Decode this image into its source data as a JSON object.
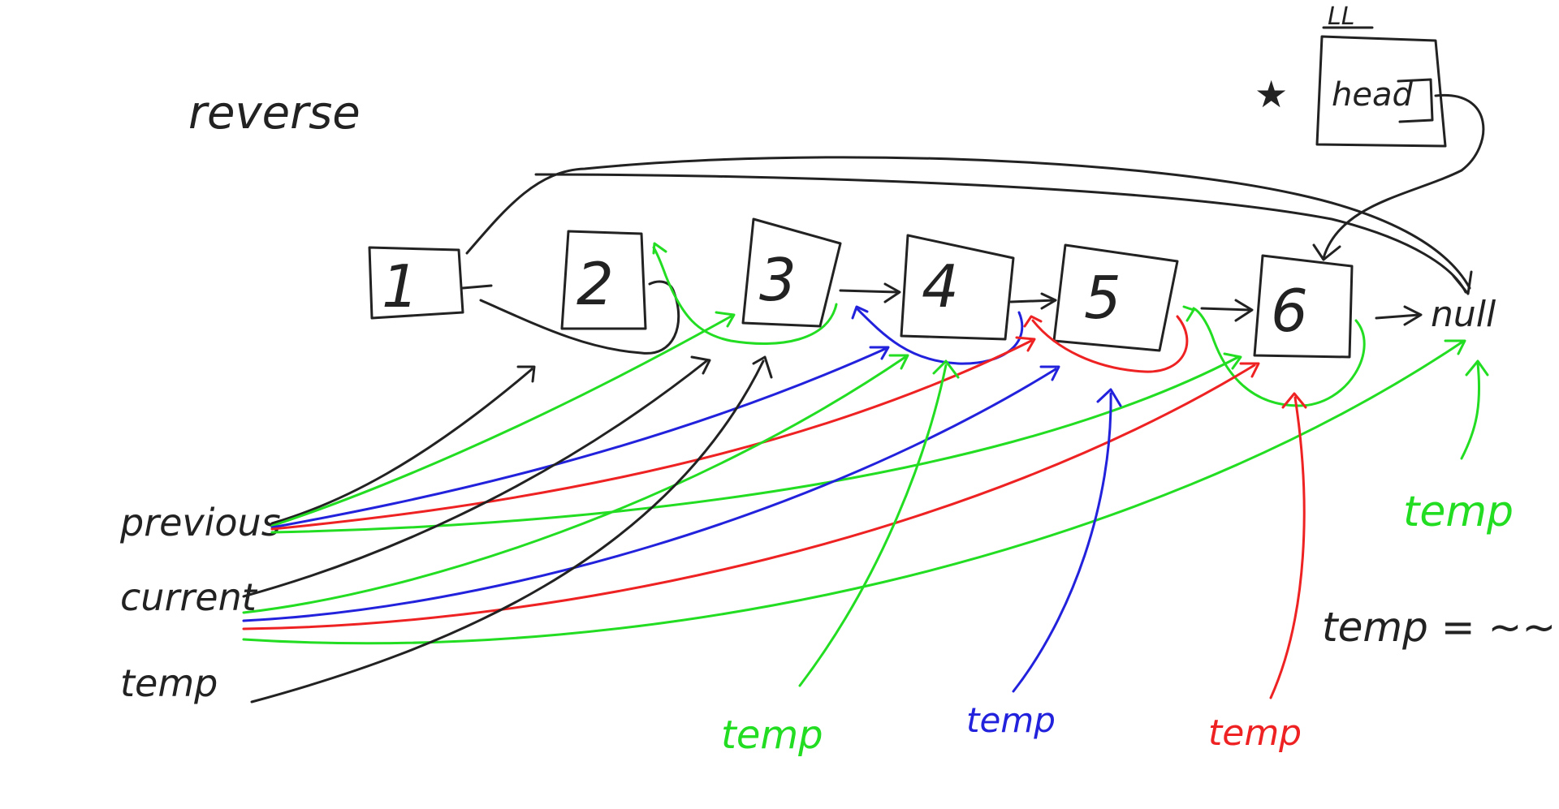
{
  "title": "reverse",
  "list_label": "LL",
  "head_label": "head",
  "star_symbol": "★",
  "nodes": [
    "1",
    "2",
    "3",
    "4",
    "5",
    "6"
  ],
  "null_label": "null",
  "variables": {
    "previous": "previous",
    "current": "current",
    "temp": "temp"
  },
  "temp_labels": [
    {
      "text": "temp",
      "color": "green"
    },
    {
      "text": "temp",
      "color": "blue"
    },
    {
      "text": "temp",
      "color": "red"
    },
    {
      "text": "temp",
      "color": "green"
    }
  ],
  "temp_assignment": "temp = ~~~",
  "colors": {
    "ink": "#222222",
    "green": "#22dd22",
    "blue": "#2222dd",
    "red": "#ee2222"
  }
}
